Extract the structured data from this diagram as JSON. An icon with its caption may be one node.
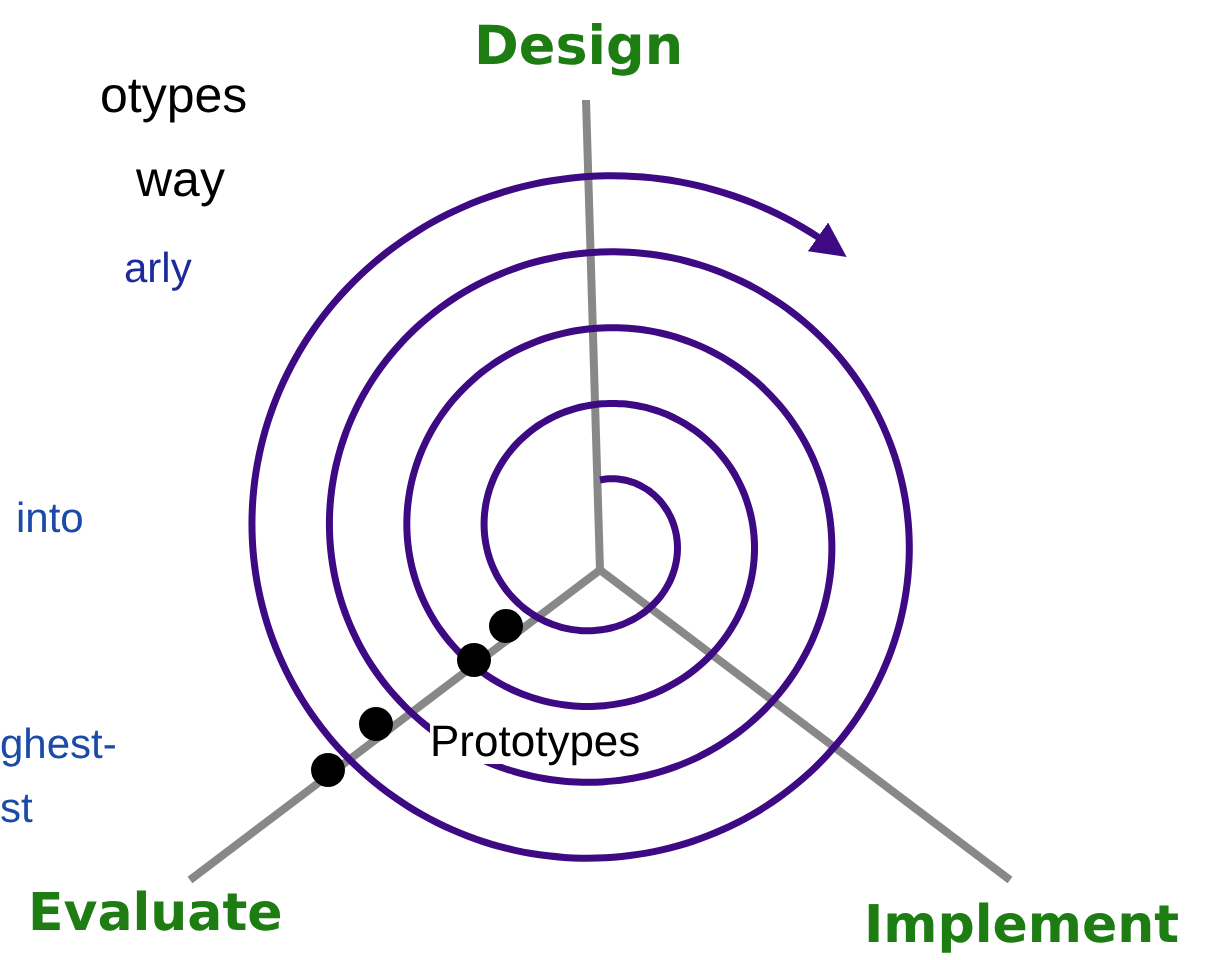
{
  "diagram": {
    "labels": [
      "otypes",
      "way",
      "arly",
      "into",
      "ghest-",
      "st",
      "Design",
      "Evaluate",
      "Implement",
      "Prototypes"
    ]
  }
}
